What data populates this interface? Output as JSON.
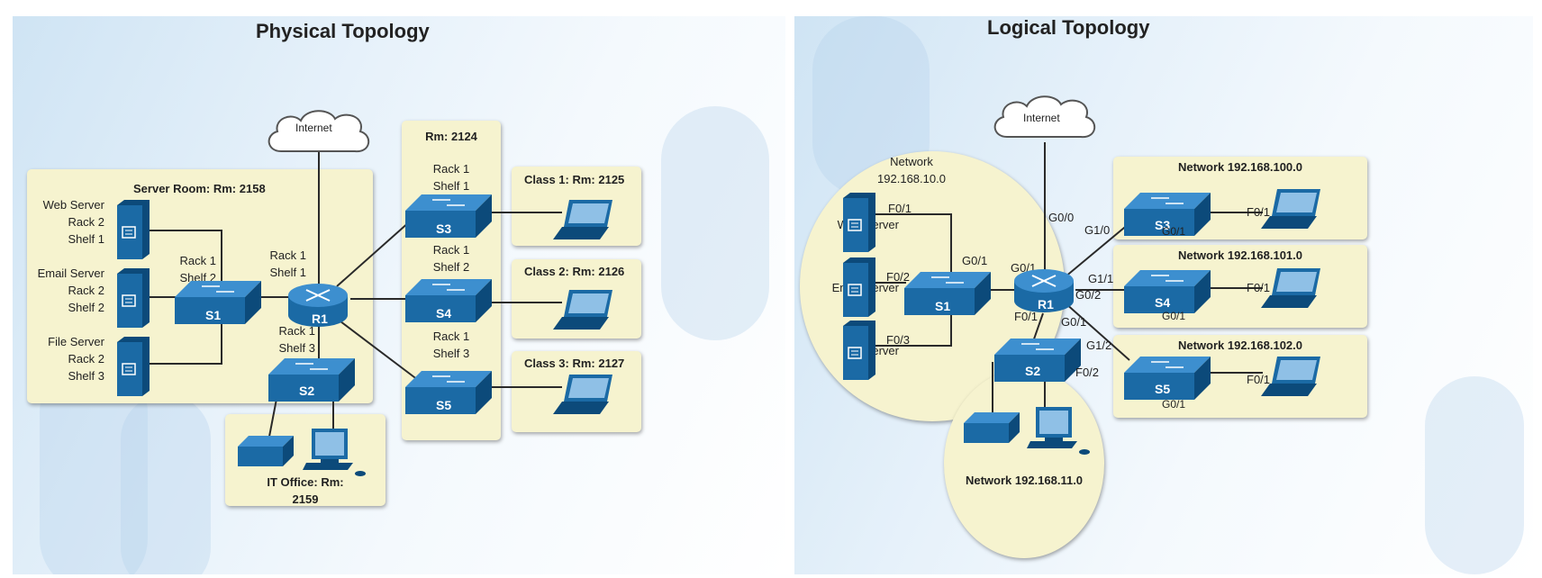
{
  "physical": {
    "title": "Physical Topology",
    "internet": "Internet",
    "server_room": "Server Room: Rm: 2158",
    "web_server": [
      "Web Server",
      "Rack 2",
      "Shelf 1"
    ],
    "email_server": [
      "Email Server",
      "Rack 2",
      "Shelf 2"
    ],
    "file_server": [
      "File Server",
      "Rack 2",
      "Shelf 3"
    ],
    "s1_loc": [
      "Rack 1",
      "Shelf 2"
    ],
    "r1_loc": [
      "Rack 1",
      "Shelf 1"
    ],
    "s2_loc": [
      "Rack 1",
      "Shelf 3"
    ],
    "rm2124": "Rm: 2124",
    "s3_loc": [
      "Rack 1",
      "Shelf 1"
    ],
    "s4_loc": [
      "Rack 1",
      "Shelf 2"
    ],
    "s5_loc": [
      "Rack 1",
      "Shelf 3"
    ],
    "class1": "Class 1: Rm: 2125",
    "class2": "Class 2: Rm: 2126",
    "class3": "Class 3: Rm: 2127",
    "it_office": [
      "IT Office: Rm:",
      "2159"
    ],
    "devices": {
      "s1": "S1",
      "r1": "R1",
      "s2": "S2",
      "s3": "S3",
      "s4": "S4",
      "s5": "S5"
    }
  },
  "logical": {
    "title": "Logical Topology",
    "internet": "Internet",
    "net10": [
      "Network",
      "192.168.10.0"
    ],
    "web_server": "Web Server",
    "email_server": "Email Server",
    "file_server": "File Server",
    "net11": "Network 192.168.11.0",
    "net100": "Network 192.168.100.0",
    "net101": "Network 192.168.101.0",
    "net102": "Network 192.168.102.0",
    "ports": {
      "s1_f01": "F0/1",
      "s1_f02": "F0/2",
      "s1_f03": "F0/3",
      "s1_g01": "G0/1",
      "r1_g00": "G0/0",
      "r1_g01": "G0/1",
      "r1_g10": "G1/0",
      "r1_g11": "G1/1",
      "r1_g12": "G1/2",
      "r1_g02": "G0/2",
      "r1_f01": "F0/1",
      "s2_g01": "G0/1",
      "s2_f02": "F0/2",
      "s3_f01": "F0/1",
      "s3_g01": "G0/1",
      "s4_f01": "F0/1",
      "s4_g01": "G0/1",
      "s5_f01": "F0/1",
      "s5_g01": "G0/1"
    },
    "devices": {
      "s1": "S1",
      "r1": "R1",
      "s2": "S2",
      "s3": "S3",
      "s4": "S4",
      "s5": "S5"
    }
  },
  "colors": {
    "zone_fill": "#f6f3cf",
    "device_blue": "#1b6aa5",
    "device_dark": "#0c4a7a",
    "wire": "#2a2a2a",
    "background": "#e6f1fa"
  }
}
